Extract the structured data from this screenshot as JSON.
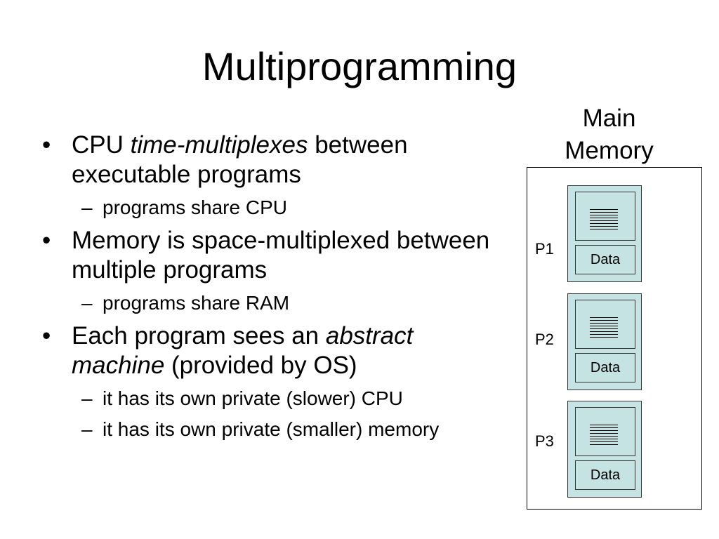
{
  "slide": {
    "title": "Multiprogramming",
    "bullets": [
      {
        "parts": [
          {
            "text": "CPU ",
            "italic": false
          },
          {
            "text": "time-multiplexes",
            "italic": true
          },
          {
            "text": " between executable programs",
            "italic": false
          }
        ],
        "sub": [
          "programs share CPU"
        ]
      },
      {
        "parts": [
          {
            "text": "Memory is space-multiplexed between multiple programs",
            "italic": false
          }
        ],
        "sub": [
          "programs share RAM"
        ]
      },
      {
        "parts": [
          {
            "text": "Each program sees an ",
            "italic": false
          },
          {
            "text": "abstract machine",
            "italic": true
          },
          {
            "text": " (provided by OS)",
            "italic": false
          }
        ],
        "sub": [
          "it has its own private (slower) CPU",
          "it has its own private (smaller) memory"
        ]
      }
    ]
  },
  "diagram": {
    "memory_label_line1": "Main",
    "memory_label_line2": "Memory",
    "processes": [
      {
        "label": "P1",
        "data_label": "Data"
      },
      {
        "label": "P2",
        "data_label": "Data"
      },
      {
        "label": "P3",
        "data_label": "Data"
      }
    ],
    "fill_color": "#c6e3e3"
  }
}
